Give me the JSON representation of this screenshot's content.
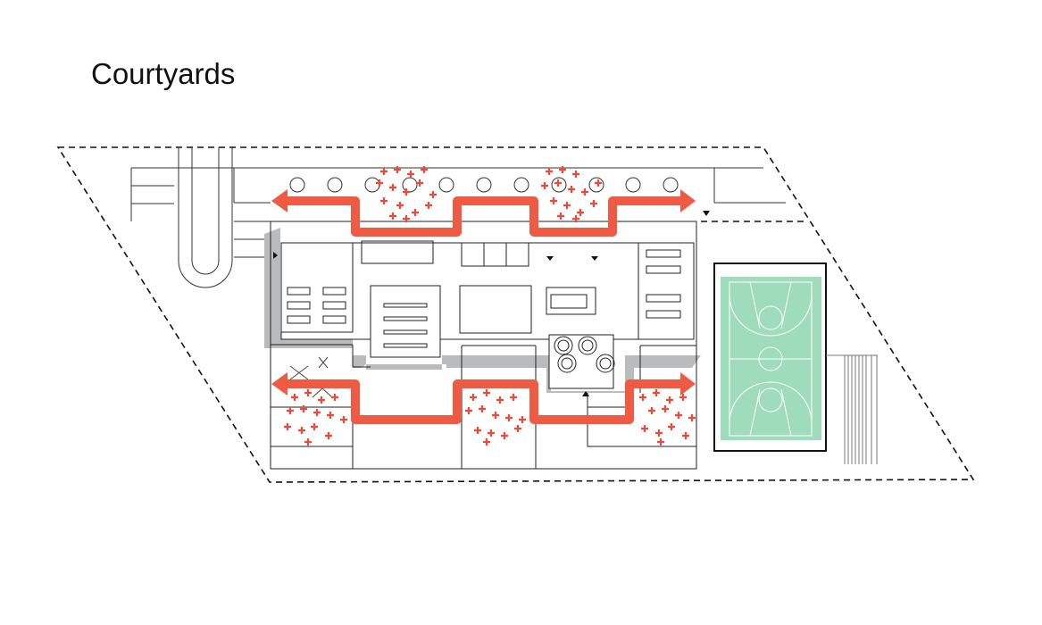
{
  "title": "Courtyards",
  "colors": {
    "circulation_arrow": "#ee5a44",
    "vegetation_plus": "#ee4a3a",
    "court_green": "#9fdcbb",
    "shadow": "#b9bbbc",
    "linework": "#222222"
  },
  "legend_icons": [
    "circulation-arrow",
    "planting-plus",
    "basketball-court",
    "site-boundary"
  ]
}
